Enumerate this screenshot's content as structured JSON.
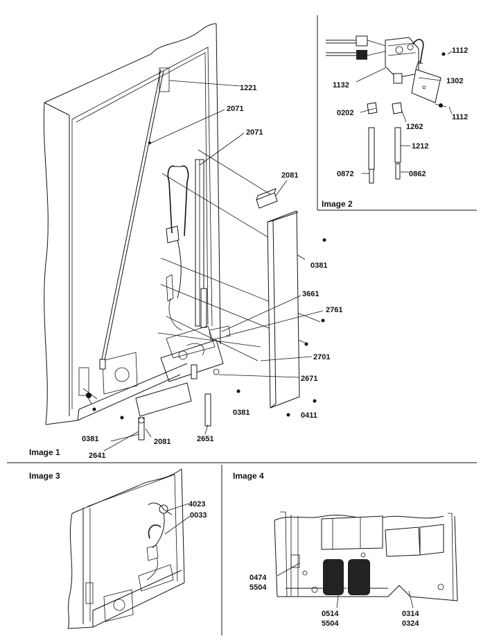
{
  "captions": {
    "image1": "Image 1",
    "image2": "Image 2",
    "image3": "Image 3",
    "image4": "Image 4"
  },
  "image1_labels": {
    "p1221": "1221",
    "p2071a": "2071",
    "p2071b": "2071",
    "p2081a": "2081",
    "p0381a": "0381",
    "p3661": "3661",
    "p2761": "2761",
    "p2701": "2701",
    "p2671": "2671",
    "p0381b": "0381",
    "p0411": "0411",
    "p0381c": "0381",
    "p2081b": "2081",
    "p2641": "2641",
    "p2651": "2651"
  },
  "image2_labels": {
    "p1112a": "1112",
    "p1132": "1132",
    "p1302": "1302",
    "p0202": "0202",
    "p1262": "1262",
    "p1112b": "1112",
    "p1212": "1212",
    "p0872": "0872",
    "p0862": "0862"
  },
  "image3_labels": {
    "p4023": "4023",
    "p0033": "0033"
  },
  "image4_labels": {
    "p0474": "0474",
    "p5504a": "5504",
    "p0514": "0514",
    "p5504b": "5504",
    "p0314": "0314",
    "p0324": "0324"
  }
}
